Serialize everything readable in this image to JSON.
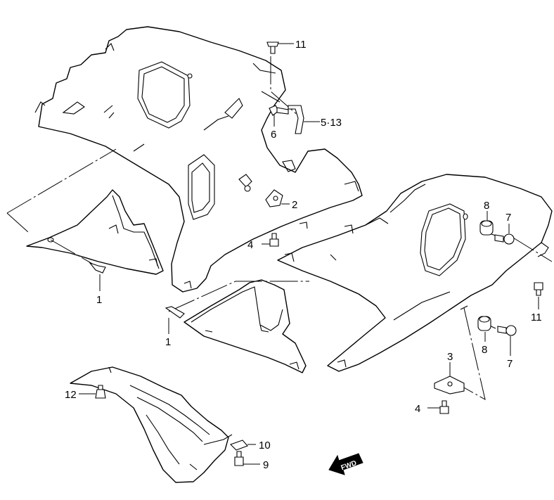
{
  "callouts": {
    "c1a": "1",
    "c1b": "1",
    "c2": "2",
    "c3": "3",
    "c4a": "4",
    "c4b": "4",
    "c513": "5·13",
    "c6": "6",
    "c7a": "7",
    "c7b": "7",
    "c8a": "8",
    "c8b": "8",
    "c9": "9",
    "c10": "10",
    "c11a": "11",
    "c11b": "11",
    "c12": "12"
  },
  "fwd_label": "FWD"
}
